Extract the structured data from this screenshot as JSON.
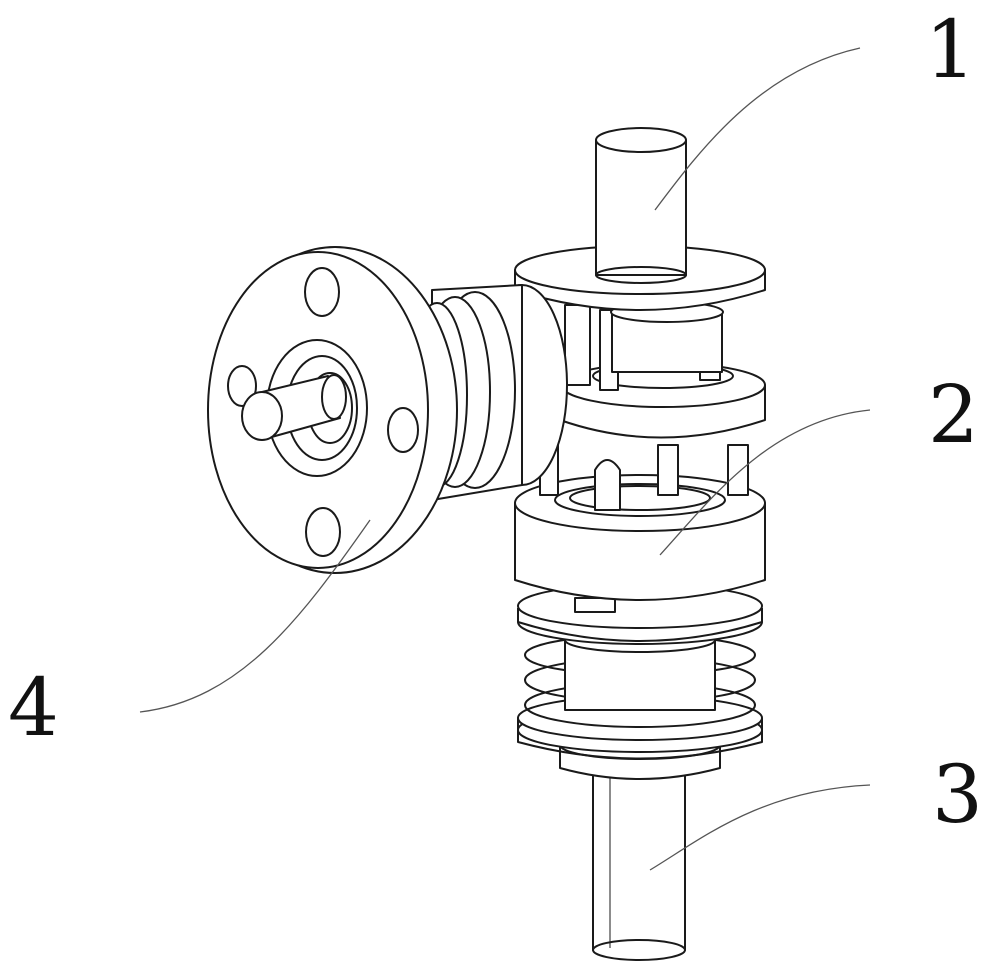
{
  "callouts": {
    "label_1": "1",
    "label_2": "2",
    "label_3": "3",
    "label_4": "4"
  },
  "colors": {
    "line": "#1a1a1a",
    "leader": "#555555",
    "background": "#ffffff"
  }
}
